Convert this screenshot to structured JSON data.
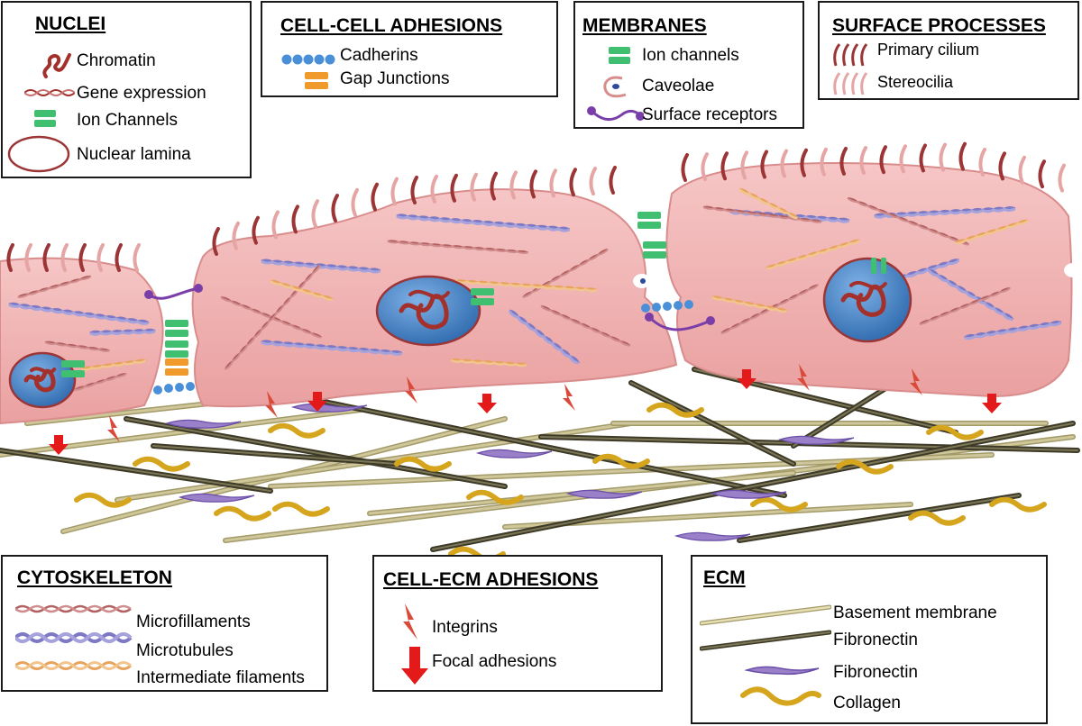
{
  "legend": {
    "nuclei": {
      "title": "NUCLEI",
      "items": [
        "Chromatin",
        "Gene expression",
        "Ion Channels",
        "Nuclear lamina"
      ]
    },
    "cell_cell_adhesions": {
      "title": "CELL-CELL ADHESIONS",
      "items": [
        "Cadherins",
        "Gap Junctions"
      ]
    },
    "membranes": {
      "title": "MEMBRANES",
      "items": [
        "Ion channels",
        "Caveolae",
        "Surface receptors"
      ]
    },
    "surface_processes": {
      "title": "SURFACE PROCESSES",
      "items": [
        "Primary cilium",
        "Stereocilia"
      ]
    },
    "cytoskeleton": {
      "title": "CYTOSKELETON",
      "items": [
        "Microfillaments",
        "Microtubules",
        "Intermediate filaments"
      ]
    },
    "cell_ecm_adhesions": {
      "title": "CELL-ECM ADHESIONS",
      "items": [
        "Integrins",
        "Focal adhesions"
      ]
    },
    "ecm": {
      "title": "ECM",
      "items": [
        "Basement membrane",
        "Fibronectin",
        "Fibronectin",
        "Collagen"
      ]
    }
  },
  "colors": {
    "cell_fill": "#f2b3b3",
    "cell_edge": "#d98c8c",
    "nucleus": "#4a86c8",
    "chromatin": "#a3302a",
    "cilium": "#9c3535",
    "stereocilia": "#e6a5a5",
    "ion_channel": "#3fbf6f",
    "gap_junction": "#f09a2c",
    "cadherin": "#4a90d9",
    "receptor": "#7a3ea8",
    "integrin": "#d94a3a",
    "focal_adhesion": "#e41a1a",
    "basement_membrane": "#cfc79a",
    "fibronectin_fiber": "#5e5a3e",
    "collagen": "#d6a51e",
    "microfilament": "#b36060",
    "microtubule": "#7d79c4",
    "intermediate": "#e8a35c"
  }
}
